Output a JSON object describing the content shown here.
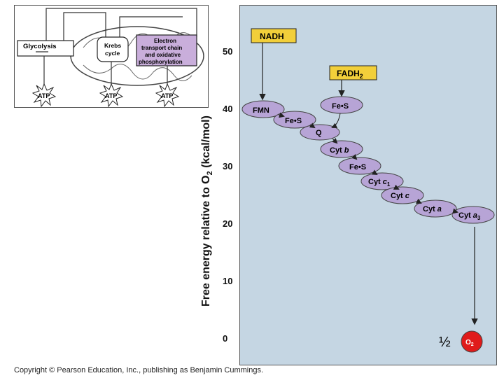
{
  "overview": {
    "glycolysis": "Glycolysis",
    "krebs_line1": "Krebs",
    "krebs_line2": "cycle",
    "etc_line1": "Electron",
    "etc_line2": "transport chain",
    "etc_line3": "and oxidative",
    "etc_line4": "phosphorylation",
    "atp": "ATP"
  },
  "axis": {
    "label": "Free energy relative to O",
    "label_sub": "2",
    "label_unit": " (kcal/mol)",
    "ticks": [
      "50",
      "40",
      "30",
      "20",
      "10",
      "0"
    ]
  },
  "carriers": {
    "nadh": "NADH",
    "fadh2": "FADH",
    "fadh2_sub": "2",
    "fmn": "FMN",
    "fes1": "Fe•S",
    "fes2": "Fe•S",
    "q": "Q",
    "cyt_b_prefix": "Cyt ",
    "cyt_b_letter": "b",
    "fes3": "Fe•S",
    "cyt_c1_prefix": "Cyt ",
    "cyt_c1_letter": "c",
    "cyt_c1_sub": "1",
    "cyt_c_prefix": "Cyt ",
    "cyt_c_letter": "c",
    "cyt_a_prefix": "Cyt ",
    "cyt_a_letter": "a",
    "cyt_a3_prefix": "Cyt ",
    "cyt_a3_letter": "a",
    "cyt_a3_sub": "3",
    "half": "½",
    "o2": "O",
    "o2_sub": "2"
  },
  "copyright": "Copyright © Pearson Education, Inc., publishing as Benjamin Cummings."
}
